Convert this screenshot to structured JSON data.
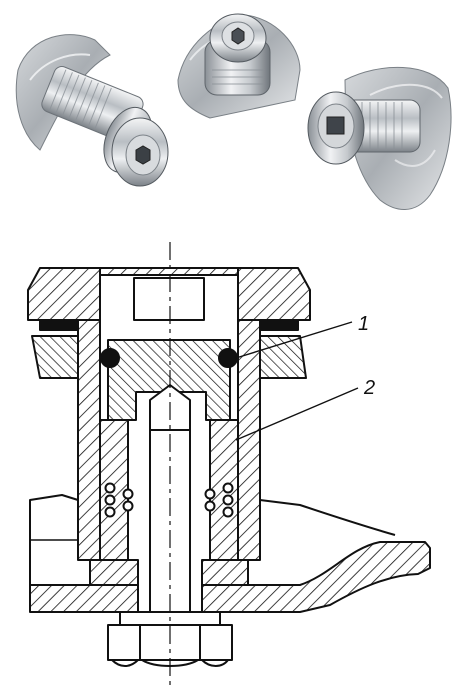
{
  "figure": {
    "photos": [
      {
        "name": "latch-photo-side"
      },
      {
        "name": "latch-photo-top"
      },
      {
        "name": "latch-photo-front"
      }
    ],
    "callouts": [
      {
        "id": "o-ring",
        "label": "1"
      },
      {
        "id": "spring-seal",
        "label": "2"
      }
    ],
    "colors": {
      "line": "#111111",
      "hatch": "#111111",
      "metal_light": "#e8eaec",
      "metal_dark": "#6e747a",
      "seal": "#111111"
    }
  }
}
